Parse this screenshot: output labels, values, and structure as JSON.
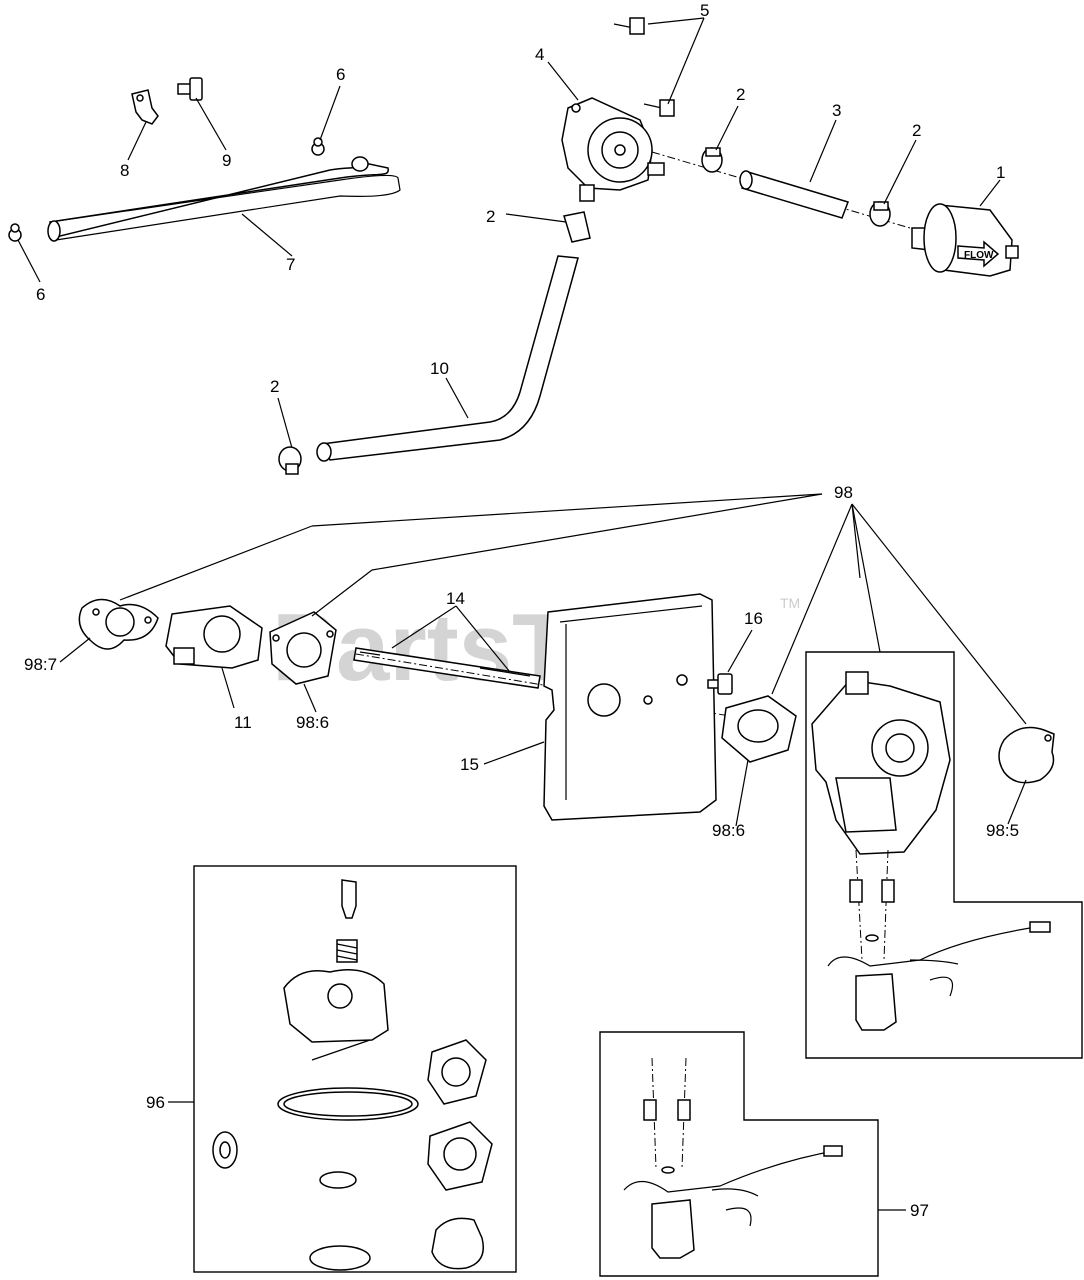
{
  "watermark": {
    "text": "PartsTree",
    "trademark": "TM"
  },
  "flow_label": "FLOW",
  "callouts": {
    "c1": "1",
    "c2a": "2",
    "c2b": "2",
    "c2c": "2",
    "c2d": "2",
    "c3": "3",
    "c4": "4",
    "c5": "5",
    "c6a": "6",
    "c6b": "6",
    "c7": "7",
    "c8": "8",
    "c9": "9",
    "c10": "10",
    "c11": "11",
    "c14": "14",
    "c15": "15",
    "c16": "16",
    "c96": "96",
    "c97": "97",
    "c98": "98",
    "c98_5": "98:5",
    "c98_6a": "98:6",
    "c98_6b": "98:6",
    "c98_7": "98:7"
  }
}
